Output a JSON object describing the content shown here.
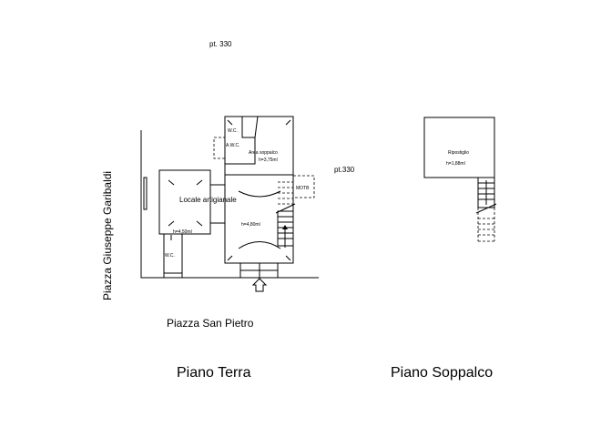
{
  "plan": {
    "elevation_top": "pt. 330",
    "elevation_right": "pt.330",
    "street_left": "Piazza Giuseppe Garibaldi",
    "street_bottom": "Piazza San Pietro",
    "ground_floor_title": "Piano Terra",
    "mezzanine_title": "Piano Soppalco",
    "rooms": {
      "wc_top": "W.C.",
      "awc": "A.W.C.",
      "area_soppalco": "Area soppalco",
      "area_soppalco_height": "h=3,75ml",
      "locale": "Locale artigianale",
      "main_height": "h=4,80ml",
      "left_height": "h=4,50ml",
      "wc_bottom": "W.C.",
      "niche": "MOTB",
      "ripostiglio": "Ripostiglio",
      "ripostiglio_height": "h=1,88ml"
    }
  }
}
